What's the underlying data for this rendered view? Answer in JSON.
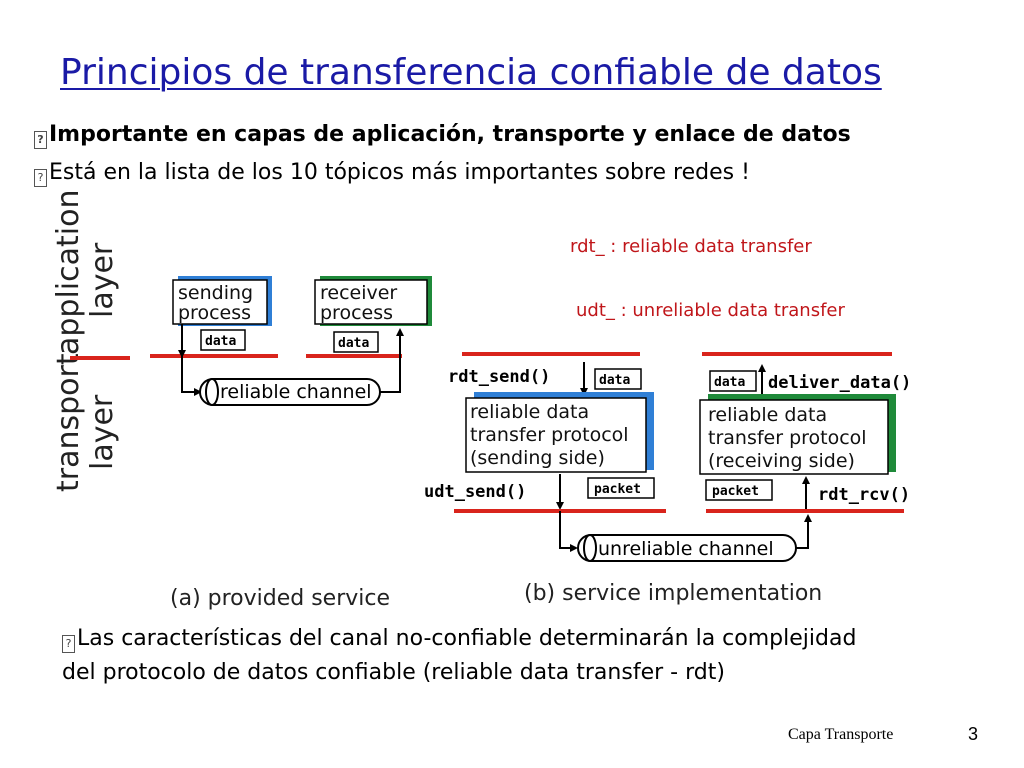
{
  "slide": {
    "title": "Principios de transferencia confiable de datos",
    "bullets": [
      "Importante en capas de aplicación, transporte y enlace de datos",
      "Está en la lista de los 10 tópicos más importantes sobre redes !"
    ],
    "bottom_bullet": "Las características del canal no-confiable determinarán la complejidad del protocolo de datos confiable (reliable data transfer - rdt)",
    "footer": "Capa Transporte",
    "page_number": "3",
    "bullet_glyph": "?"
  },
  "diagram": {
    "layer_labels": {
      "application": [
        "application",
        "layer"
      ],
      "transport": [
        "transport",
        "layer"
      ]
    },
    "legend": {
      "rdt": "rdt_ : reliable data transfer",
      "udt": "udt_ : unreliable data transfer"
    },
    "panel_a": {
      "sending_process": [
        "sending",
        "process"
      ],
      "receiver_process": [
        "receiver",
        "process"
      ],
      "data_left": "data",
      "data_right": "data",
      "channel": "reliable channel",
      "caption": "(a)  provided service"
    },
    "panel_b": {
      "rdt_send": "rdt_send()",
      "deliver_data": "deliver_data()",
      "data_left": "data",
      "data_right": "data",
      "sender_box": [
        "reliable data",
        "transfer protocol",
        "(sending side)"
      ],
      "receiver_box": [
        "reliable data",
        "transfer protocol",
        "(receiving side)"
      ],
      "udt_send": "udt_send()",
      "rdt_rcv": "rdt_rcv()",
      "packet_left": "packet",
      "packet_right": "packet",
      "channel": "unreliable channel",
      "caption": "(b) service implementation"
    },
    "colors": {
      "title": "#1a1aa6",
      "legend_text": "#c0161a",
      "red_line": "#d9241c",
      "box_blue": "#2f7fd6",
      "box_green": "#1f8a3a"
    }
  }
}
